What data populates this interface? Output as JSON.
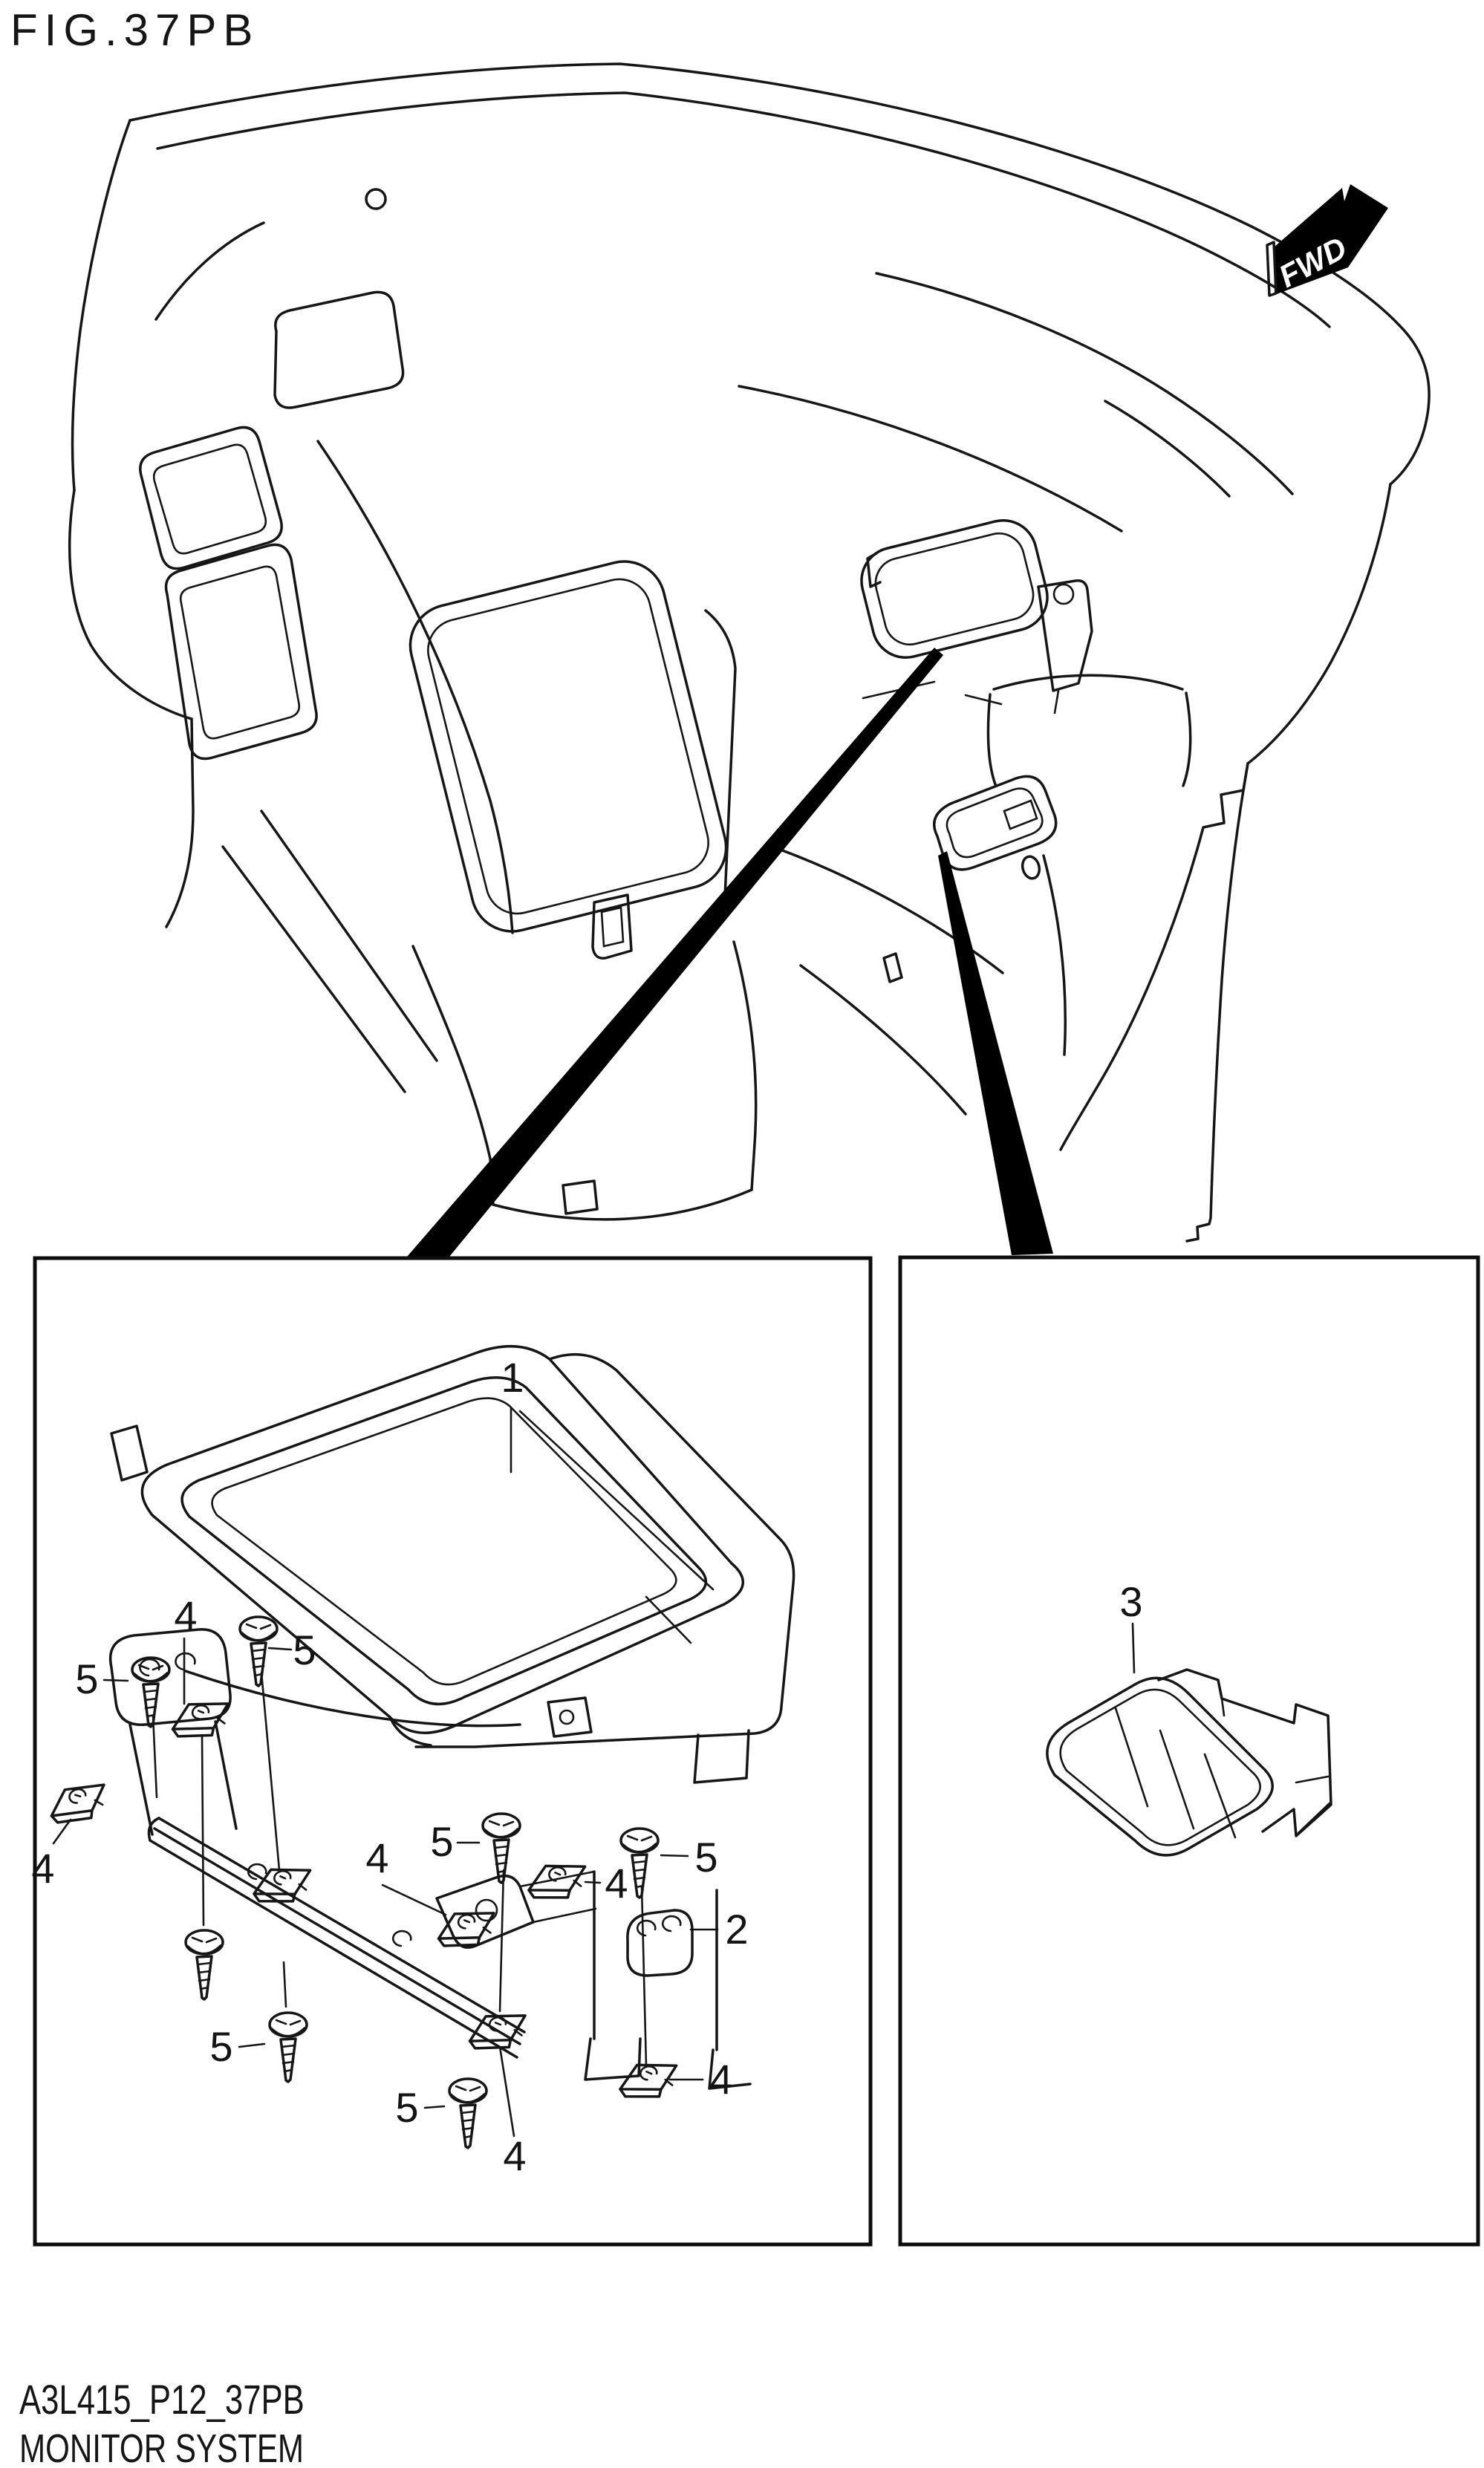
{
  "title": {
    "fig_label": "FIG.37PB"
  },
  "footer": {
    "drawing_code": "A3L415_P12_37PB",
    "system_name": "MONITOR SYSTEM"
  },
  "direction_badge": {
    "label": "FWD"
  },
  "parts": {
    "monitor_assembly": {
      "callout": "1"
    },
    "bracket": {
      "callout": "2"
    },
    "switch": {
      "callout": "3"
    },
    "clip": {
      "callout": "4"
    },
    "screw": {
      "callout": "5"
    }
  },
  "colors": {
    "line": "#161616",
    "background": "#ffffff",
    "arrow_fill": "#000000"
  }
}
